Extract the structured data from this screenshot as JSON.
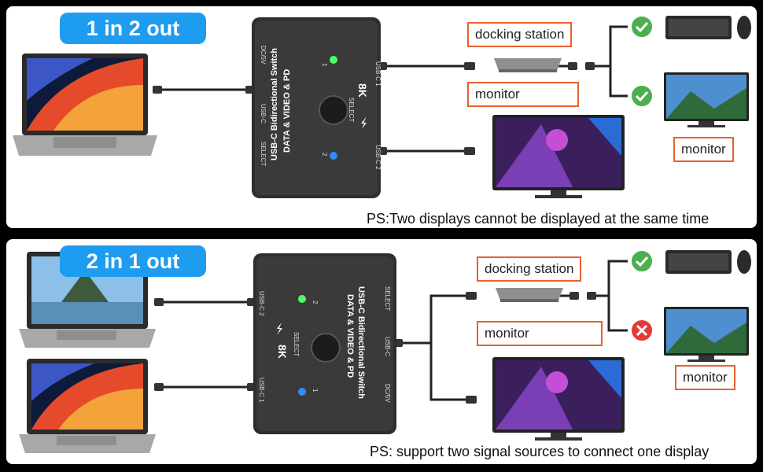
{
  "colors": {
    "accent": "#1e9cf0",
    "label_border": "#e8612c",
    "check": "#4caf50",
    "cross": "#e53935",
    "led_green": "#4cff6a",
    "led_blue": "#2f8bff"
  },
  "device_text": {
    "line1": "USB-C Bidirectional Switch",
    "line2": "DATA & VIDEO & PD",
    "resolution": "8K",
    "select": "SELECT",
    "usbc": "USB-C",
    "usbc1": "USB-C 1",
    "usbc2": "USB-C 2",
    "dc": "DC/5V",
    "led1": "1",
    "led2": "2"
  },
  "top": {
    "title": "1 in 2 out",
    "labels": {
      "docking": "docking station",
      "monitor1": "monitor",
      "monitor2": "monitor"
    },
    "note": "PS:Two displays cannot be displayed at the same time",
    "status": [
      "check-icon",
      "check-icon"
    ]
  },
  "bottom": {
    "title": "2 in 1 out",
    "labels": {
      "docking": "docking station",
      "monitor1": "monitor",
      "monitor2": "monitor"
    },
    "note": "PS: support two signal sources to connect one display",
    "status": [
      "check-icon",
      "cross-icon"
    ]
  }
}
